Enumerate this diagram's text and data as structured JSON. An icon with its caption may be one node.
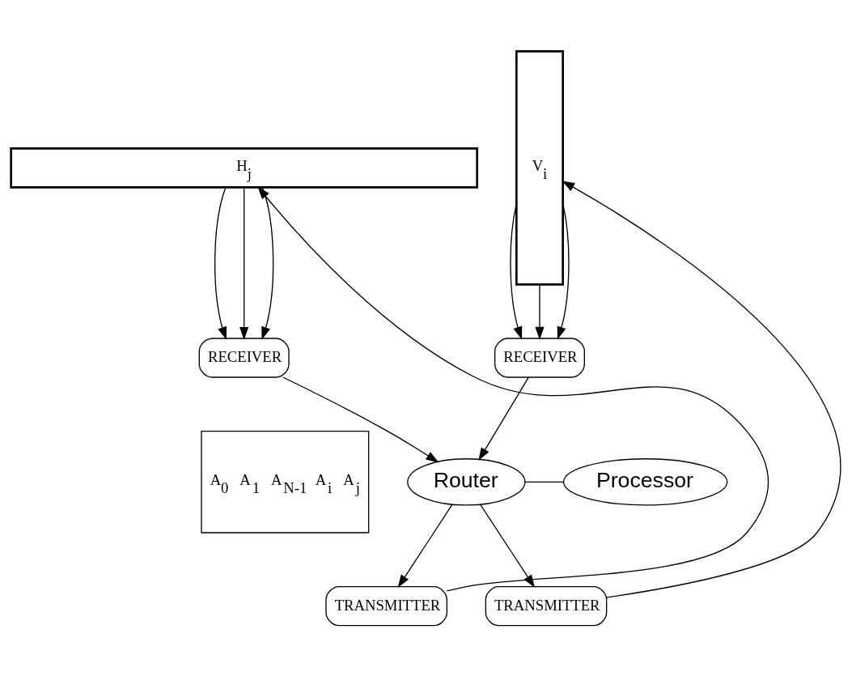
{
  "diagram": {
    "nodes": [
      {
        "text": [
          "H$_{j}$"
        ]
      },
      {
        "text": [
          "V$_{i}$"
        ]
      },
      {
        "text": [
          "RECEIVER"
        ]
      },
      {
        "text": [
          "RECEIVER"
        ]
      },
      {
        "text": [
          "Router"
        ]
      },
      {
        "text": [
          "Processor"
        ]
      },
      {
        "text": [
          "TRANSMITTER"
        ]
      },
      {
        "text": [
          "TRANSMITTER"
        ]
      },
      {
        "text": [
          "A$_{0}$ A$_{1}$ A$_{N-1}$ A$_{i}$ A$_{j}$"
        ]
      }
    ],
    "edges": [
      {
        "from": 0,
        "to": 2,
        "arrow": "to"
      },
      {
        "from": 0,
        "to": 2,
        "arrow": "to"
      },
      {
        "from": 0,
        "to": 2,
        "arrow": "to"
      },
      {
        "from": 1,
        "to": 3,
        "arrow": "to"
      },
      {
        "from": 1,
        "to": 3,
        "arrow": "to"
      },
      {
        "from": 1,
        "to": 3,
        "arrow": "to"
      },
      {
        "from": 2,
        "to": 4,
        "arrow": "to"
      },
      {
        "from": 3,
        "to": 4,
        "arrow": "to"
      },
      {
        "from": 4,
        "to": 5,
        "arrow": "none"
      },
      {
        "from": 4,
        "to": 6,
        "arrow": "to"
      },
      {
        "from": 4,
        "to": 7,
        "arrow": "to"
      },
      {
        "from": 6,
        "to": 0,
        "arrow": "to"
      },
      {
        "from": 7,
        "to": 1,
        "arrow": "to"
      }
    ]
  }
}
